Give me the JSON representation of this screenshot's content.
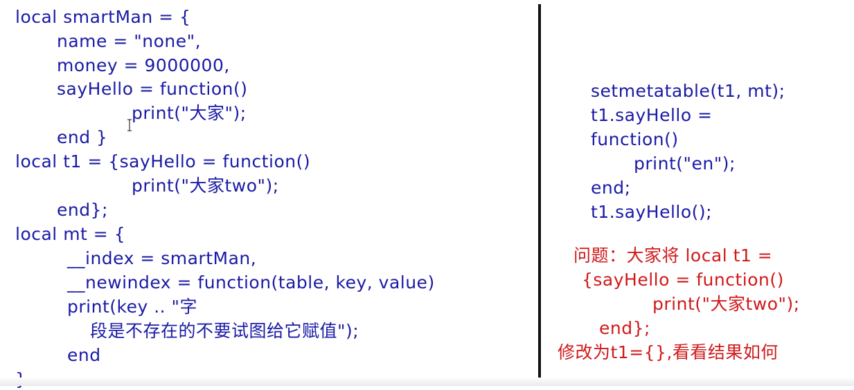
{
  "left_code": [
    "local smartMan = {",
    "name = \"none\",",
    "money = 9000000,",
    "sayHello = function()",
    "print(\"大家\");",
    "end }",
    "local t1 = {sayHello = function()",
    "print(\"大家two\");",
    "end};",
    "local mt = {",
    "__index = smartMan,",
    "__newindex = function(table, key, value)",
    "print(key .. \"字",
    "段是不存在的不要试图给它赋值\");",
    "end",
    "}"
  ],
  "right_code": [
    "setmetatable(t1, mt);",
    "t1.sayHello =",
    "function()",
    "print(\"en\");",
    "end;",
    "t1.sayHello();"
  ],
  "question": [
    "问题：大家将 local t1 =",
    "{sayHello = function()",
    "print(\"大家two\");",
    "end};",
    "修改为t1={},看看结果如何"
  ],
  "colors": {
    "code": "#1a1aa6",
    "question": "#d0191a",
    "divider": "#111111",
    "background": "#ffffff"
  },
  "icons": {
    "cursor": "text-cursor-icon"
  }
}
